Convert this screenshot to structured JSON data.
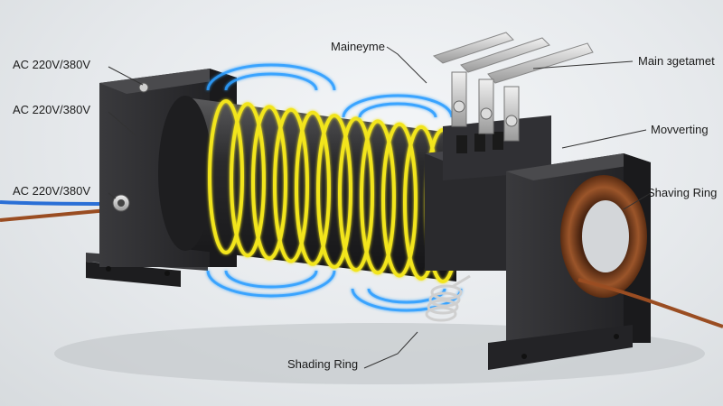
{
  "labels": {
    "left_top": "AC 220V/380V",
    "left_mid": "AC 220V/380V",
    "left_bottom": "AC 220V/380V",
    "top_center": "Maineyme",
    "top_right": "Main зgetamet",
    "right_upper": "Movverting",
    "right_mid": "Shaving Ring",
    "bottom": "Shading Ring"
  },
  "colors": {
    "coil_winding": "#f2e51c",
    "magnetic_field": "#2b9dff",
    "copper": "#8a4a22",
    "bracket": "#2c2c2e",
    "wire_blue": "#2a6fd6",
    "wire_brown": "#9a4d22"
  }
}
